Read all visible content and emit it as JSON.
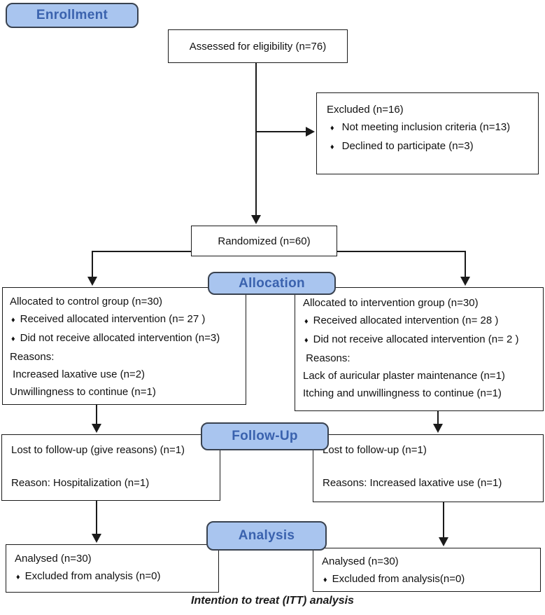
{
  "diagram": {
    "title": "CONSORT participant flow diagram",
    "caption": "Intention to treat (ITT) analysis"
  },
  "glyphs": {
    "diamond_bullet": "♦"
  },
  "colors": {
    "background": "#ffffff",
    "box_border": "#1a1a1a",
    "badge_fill": "#a9c5ef",
    "badge_border": "#39424f",
    "badge_text": "#3a62ae",
    "connector": "#1a1a1a"
  },
  "badges": {
    "enrollment": "Enrollment",
    "allocation": "Allocation",
    "follow_up": "Follow-Up",
    "analysis": "Analysis"
  },
  "boxes": {
    "assessed": {
      "text": "Assessed for eligibility (n=76)"
    },
    "excluded": {
      "title": "Excluded (n=16)",
      "items": [
        "Not meeting inclusion criteria (n=13)",
        "Declined to participate (n=3)"
      ]
    },
    "randomized": {
      "text": "Randomized (n=60)"
    },
    "control": {
      "title": "Allocated to control group (n=30)",
      "bullets": [
        "Received allocated intervention (n= 27 )",
        "Did not receive allocated intervention (n=3)"
      ],
      "reasons_label": "Reasons:",
      "reasons": [
        " Increased laxative use (n=2)",
        "Unwillingness to continue (n=1)"
      ]
    },
    "intervention": {
      "title": "Allocated to intervention group (n=30)",
      "bullets": [
        "Received allocated intervention (n= 28 )",
        "Did not receive allocated intervention (n= 2 )"
      ],
      "reasons_label": " Reasons:",
      "reasons": [
        "Lack of auricular plaster maintenance (n=1)",
        "Itching and unwillingness to continue (n=1)"
      ]
    },
    "followup_control": {
      "line1": "Lost to follow-up (give reasons) (n=1)",
      "line2": "Reason: Hospitalization (n=1)"
    },
    "followup_intervention": {
      "line1": "Lost to follow-up (n=1)",
      "line2": "Reasons: Increased laxative use (n=1)"
    },
    "analysis_control": {
      "title": "Analysed (n=30)",
      "bullet": "Excluded from analysis (n=0)"
    },
    "analysis_intervention": {
      "title": "Analysed (n=30)",
      "bullet": "Excluded from analysis(n=0)"
    }
  }
}
